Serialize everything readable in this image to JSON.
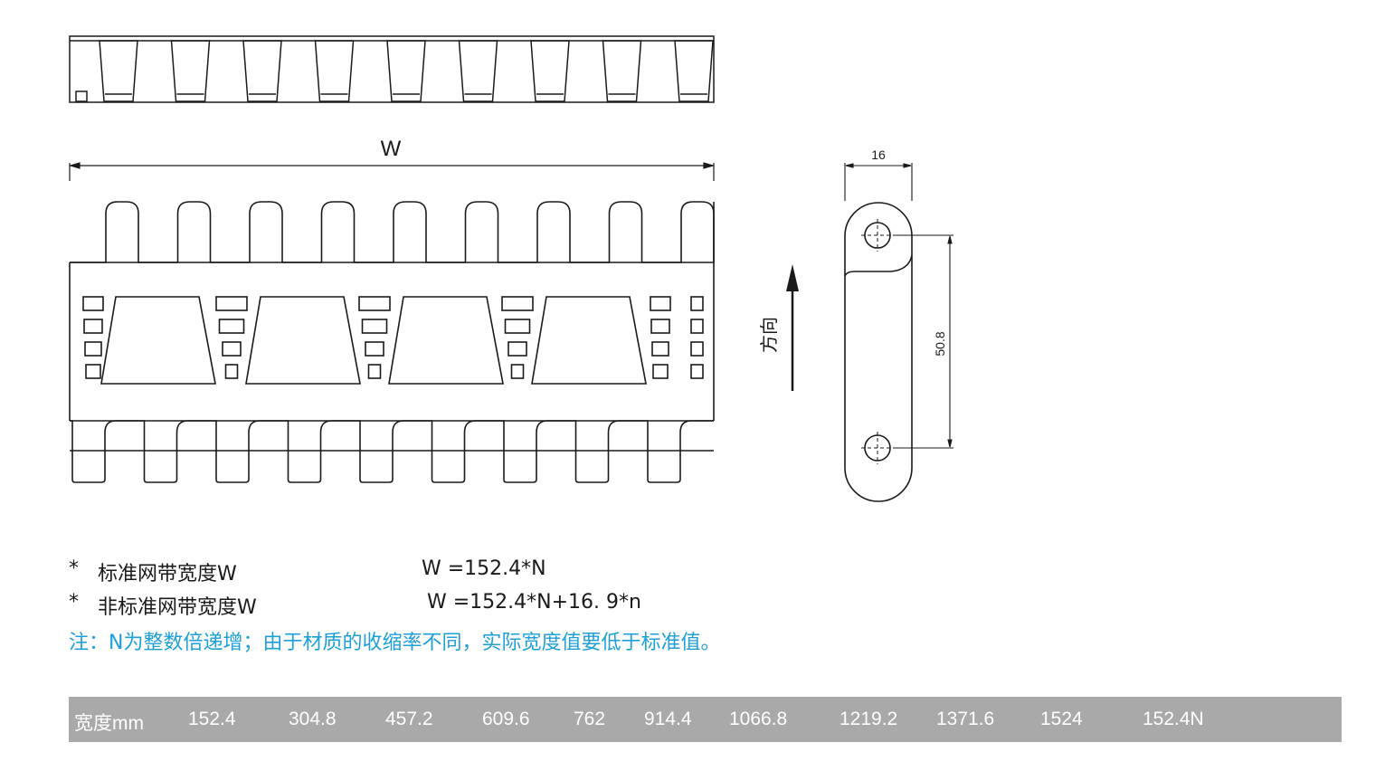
{
  "drawing": {
    "width_label": "W",
    "side_pitch_label": "16",
    "side_length_label": "50.8",
    "direction_label": "方向"
  },
  "formulas": [
    {
      "bullet": "*",
      "label": "标准网带宽度W",
      "equation": "W =152.4*N"
    },
    {
      "bullet": "*",
      "label": "非标准网带宽度W",
      "equation": "W =152.4*N+16. 9*n"
    }
  ],
  "note": "注：N为整数倍递增；由于材质的收缩率不同，实际宽度值要低于标准值。",
  "width_table": {
    "header": "宽度mm",
    "values": [
      "152.4",
      "304.8",
      "457.2",
      "609.6",
      "762",
      "914.4",
      "1066.8",
      "1219.2",
      "1371.6",
      "1524",
      "152.4N"
    ]
  },
  "colors": {
    "note_text": "#1e9fd9",
    "table_bar": "#a9a9a9",
    "table_text": "#ffffff",
    "line": "#1a1a1a"
  }
}
